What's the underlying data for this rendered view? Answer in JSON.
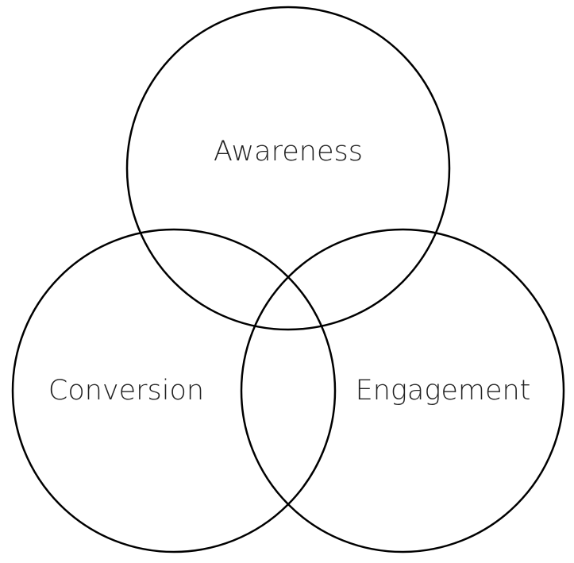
{
  "diagram": {
    "type": "venn",
    "sets": [
      {
        "id": "awareness",
        "label": "Awareness"
      },
      {
        "id": "conversion",
        "label": "Conversion"
      },
      {
        "id": "engagement",
        "label": "Engagement"
      }
    ]
  },
  "colors": {
    "stroke": "#000000",
    "text": "#222222",
    "background": "#ffffff"
  }
}
